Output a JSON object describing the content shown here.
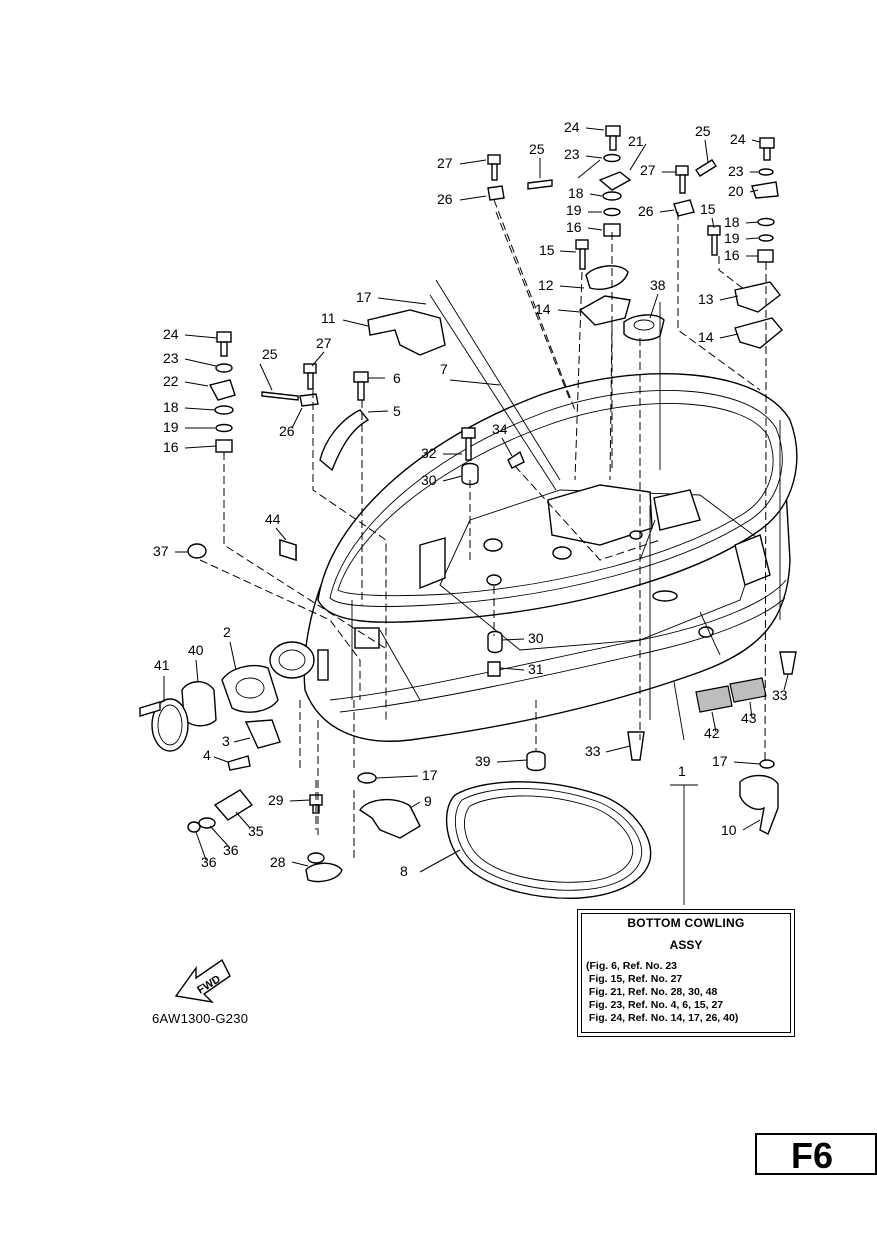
{
  "figure_code": "6AW1300-G230",
  "page_label": "F6",
  "fwd_label": "FWD",
  "assembly_box": {
    "title_line1": "BOTTOM COWLING",
    "title_line2": "ASSY",
    "references": [
      "(Fig. 6, Ref. No. 23",
      " Fig. 15, Ref. No. 27",
      " Fig. 21, Ref. No. 28, 30, 48",
      " Fig. 23, Ref. No. 4, 6, 15, 27",
      " Fig. 24, Ref. No. 14, 17, 26, 40)"
    ]
  },
  "callouts": [
    {
      "id": "c24a",
      "text": "24"
    },
    {
      "id": "c21",
      "text": "21"
    },
    {
      "id": "c25a",
      "text": "25"
    },
    {
      "id": "c27a",
      "text": "27"
    },
    {
      "id": "c23a",
      "text": "23"
    },
    {
      "id": "c26a",
      "text": "26"
    },
    {
      "id": "c18a",
      "text": "18"
    },
    {
      "id": "c19a",
      "text": "19"
    },
    {
      "id": "c16a",
      "text": "16"
    },
    {
      "id": "c15a",
      "text": "15"
    },
    {
      "id": "c12",
      "text": "12"
    },
    {
      "id": "c14a",
      "text": "14"
    },
    {
      "id": "c38",
      "text": "38"
    },
    {
      "id": "c25b",
      "text": "25"
    },
    {
      "id": "c24b",
      "text": "24"
    },
    {
      "id": "c27b",
      "text": "27"
    },
    {
      "id": "c23b",
      "text": "23"
    },
    {
      "id": "c20",
      "text": "20"
    },
    {
      "id": "c26b",
      "text": "26"
    },
    {
      "id": "c15b",
      "text": "15"
    },
    {
      "id": "c18b",
      "text": "18"
    },
    {
      "id": "c19b",
      "text": "19"
    },
    {
      "id": "c16b",
      "text": "16"
    },
    {
      "id": "c13",
      "text": "13"
    },
    {
      "id": "c14b",
      "text": "14"
    },
    {
      "id": "c17a",
      "text": "17"
    },
    {
      "id": "c11",
      "text": "11"
    },
    {
      "id": "c24c",
      "text": "24"
    },
    {
      "id": "c27c",
      "text": "27"
    },
    {
      "id": "c23c",
      "text": "23"
    },
    {
      "id": "c25c",
      "text": "25"
    },
    {
      "id": "c6",
      "text": "6"
    },
    {
      "id": "c22",
      "text": "22"
    },
    {
      "id": "c7",
      "text": "7"
    },
    {
      "id": "c18c",
      "text": "18"
    },
    {
      "id": "c5",
      "text": "5"
    },
    {
      "id": "c19c",
      "text": "19"
    },
    {
      "id": "c26c",
      "text": "26"
    },
    {
      "id": "c16c",
      "text": "16"
    },
    {
      "id": "c34",
      "text": "34"
    },
    {
      "id": "c32",
      "text": "32"
    },
    {
      "id": "c30a",
      "text": "30"
    },
    {
      "id": "c44",
      "text": "44"
    },
    {
      "id": "c37",
      "text": "37"
    },
    {
      "id": "c2",
      "text": "2"
    },
    {
      "id": "c40",
      "text": "40"
    },
    {
      "id": "c41",
      "text": "41"
    },
    {
      "id": "c30b",
      "text": "30"
    },
    {
      "id": "c31",
      "text": "31"
    },
    {
      "id": "c33a",
      "text": "33"
    },
    {
      "id": "c3",
      "text": "3"
    },
    {
      "id": "c4",
      "text": "4"
    },
    {
      "id": "c39",
      "text": "39"
    },
    {
      "id": "c33b",
      "text": "33"
    },
    {
      "id": "c42",
      "text": "42"
    },
    {
      "id": "c43",
      "text": "43"
    },
    {
      "id": "c17b",
      "text": "17"
    },
    {
      "id": "c29",
      "text": "29"
    },
    {
      "id": "c9",
      "text": "9"
    },
    {
      "id": "c17c",
      "text": "17"
    },
    {
      "id": "c1",
      "text": "1"
    },
    {
      "id": "c35",
      "text": "35"
    },
    {
      "id": "c36a",
      "text": "36"
    },
    {
      "id": "c36b",
      "text": "36"
    },
    {
      "id": "c10",
      "text": "10"
    },
    {
      "id": "c28",
      "text": "28"
    },
    {
      "id": "c8",
      "text": "8"
    }
  ]
}
